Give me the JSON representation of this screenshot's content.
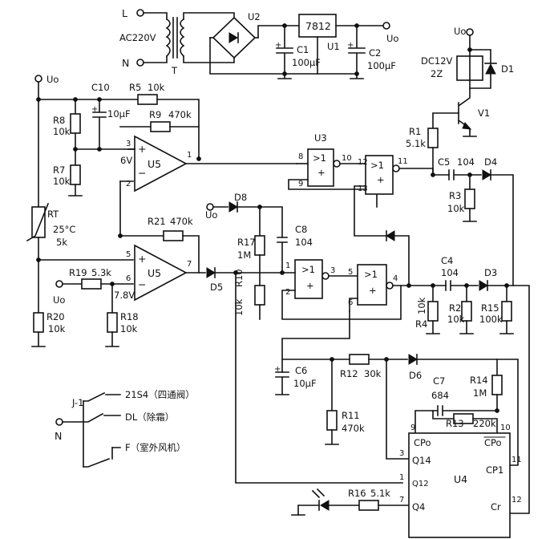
{
  "mains": {
    "l": "L",
    "n": "N",
    "voltage": "AC220V",
    "transformer": "T"
  },
  "supply": {
    "bridge": "U2",
    "regulator": "7812",
    "regulator_ref": "U1",
    "c1": {
      "ref": "C1",
      "value": "100μF"
    },
    "c2": {
      "ref": "C2",
      "value": "100μF"
    },
    "out": "Uo"
  },
  "relay": {
    "supply": "Uo",
    "coil": "DC12V",
    "coil_code": "2Z",
    "diode": "D1",
    "transistor": "V1",
    "r1": {
      "ref": "R1",
      "value": "5.1k"
    }
  },
  "sensor": {
    "supply": "Uo",
    "c10": {
      "ref": "C10",
      "value": "10μF"
    },
    "r5": {
      "ref": "R5",
      "value": "10k"
    },
    "r9": {
      "ref": "R9",
      "value": "470k"
    },
    "r8": {
      "ref": "R8",
      "value": "10k"
    },
    "r7": {
      "ref": "R7",
      "value": "10k"
    },
    "rt": {
      "ref": "RT",
      "temp": "25°C",
      "value": "5k"
    },
    "r20": {
      "ref": "R20",
      "value": "10k"
    },
    "r21": {
      "ref": "R21",
      "value": "470k"
    },
    "r19": {
      "ref": "R19",
      "value": "5.3k"
    },
    "r18": {
      "ref": "R18",
      "value": "10k"
    },
    "ref_in": "Uo",
    "v1": "6V",
    "v2": "7.8V"
  },
  "opamp1": {
    "ref": "U5",
    "pin_in_pos": "3",
    "pin_in_neg": "2",
    "pin_out": "1",
    "plus": "+",
    "minus": "−"
  },
  "opamp2": {
    "ref": "U5",
    "pin_in_pos": "5",
    "pin_in_neg": "6",
    "pin_out": "7",
    "plus": "+",
    "minus": "−"
  },
  "d5": "D5",
  "logic_u3": {
    "ref": "U3",
    "gateA": {
      "sym": ">1",
      "in1": "8",
      "in2": "9",
      "out": "10"
    },
    "gateB": {
      "sym": ">1",
      "in1": "12",
      "in2": "13",
      "out": "11"
    },
    "gateC": {
      "sym": ">1",
      "in1": "1",
      "in2": "2",
      "out": "3"
    },
    "gateD": {
      "sym": ">1",
      "in1": "5",
      "in2": "6",
      "out": "4"
    },
    "plus": "+"
  },
  "pulse1": {
    "c5": {
      "ref": "C5",
      "value": "104"
    },
    "d4": "D4",
    "r3": {
      "ref": "R3",
      "value": "10k"
    }
  },
  "pulse2": {
    "supply": "Uo",
    "d8": "D8",
    "r17": {
      "ref": "R17",
      "value": "1M"
    },
    "c8": {
      "ref": "C8",
      "value": "104"
    },
    "r10": {
      "ref": "R10",
      "value": "10k"
    }
  },
  "pulse3": {
    "c4": {
      "ref": "C4",
      "value": "104"
    },
    "d3": "D3",
    "r4": {
      "ref": "R4",
      "value": "10k"
    },
    "r2": {
      "ref": "R2",
      "value": "10k"
    },
    "r15": {
      "ref": "R15",
      "value": "100k"
    }
  },
  "timer": {
    "c6": {
      "ref": "C6",
      "value": "10μF"
    },
    "r12": {
      "ref": "R12",
      "value": "30k"
    },
    "d6": "D6",
    "r11": {
      "ref": "R11",
      "value": "470k"
    },
    "c7": {
      "ref": "C7",
      "value": "684"
    },
    "r14": {
      "ref": "R14",
      "value": "1M"
    },
    "r13": {
      "ref": "R13",
      "value": "220k"
    },
    "r16": {
      "ref": "R16",
      "value": "5.1k"
    }
  },
  "counter": {
    "ref": "U4",
    "cpo": "CPo",
    "cpo_bar": "CPo",
    "cp1": "CP1",
    "cr": "Cr",
    "q14": "Q14",
    "q12": "Q12",
    "q4": "Q4",
    "pin9": "9",
    "pin10": "10",
    "pin3": "3",
    "pin1": "1",
    "pin7": "7",
    "pin11": "11",
    "pin12": "12"
  },
  "switches": {
    "j": "J-1",
    "n": "N",
    "s1": "21S4（四通阀）",
    "s2": "DL（除霜）",
    "s3": "F（室外风机）"
  }
}
